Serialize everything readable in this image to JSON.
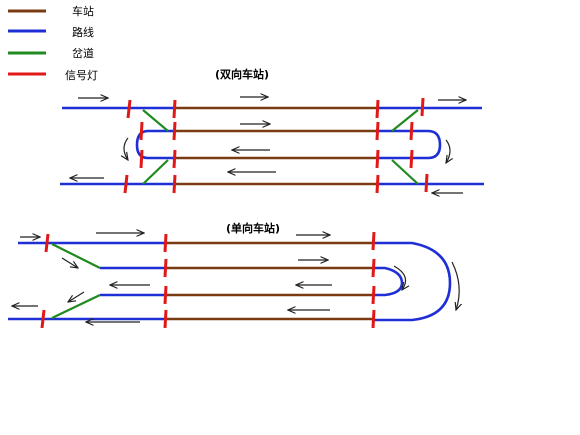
{
  "legend": {
    "items": [
      {
        "label": "车站",
        "color": "#7a3b12"
      },
      {
        "label": "路线",
        "color": "#1f2fd6"
      },
      {
        "label": "岔道",
        "color": "#1f8a1f"
      },
      {
        "label": "信号灯",
        "color": "#e01818"
      }
    ]
  },
  "sections": {
    "double": {
      "title": "(双向车站)"
    },
    "single": {
      "title": "(单向车站)"
    }
  },
  "colors": {
    "station": "#7a3b12",
    "line": "#1f2fd6",
    "switch": "#1f8a1f",
    "signal": "#e01818",
    "arrow": "#222222"
  }
}
